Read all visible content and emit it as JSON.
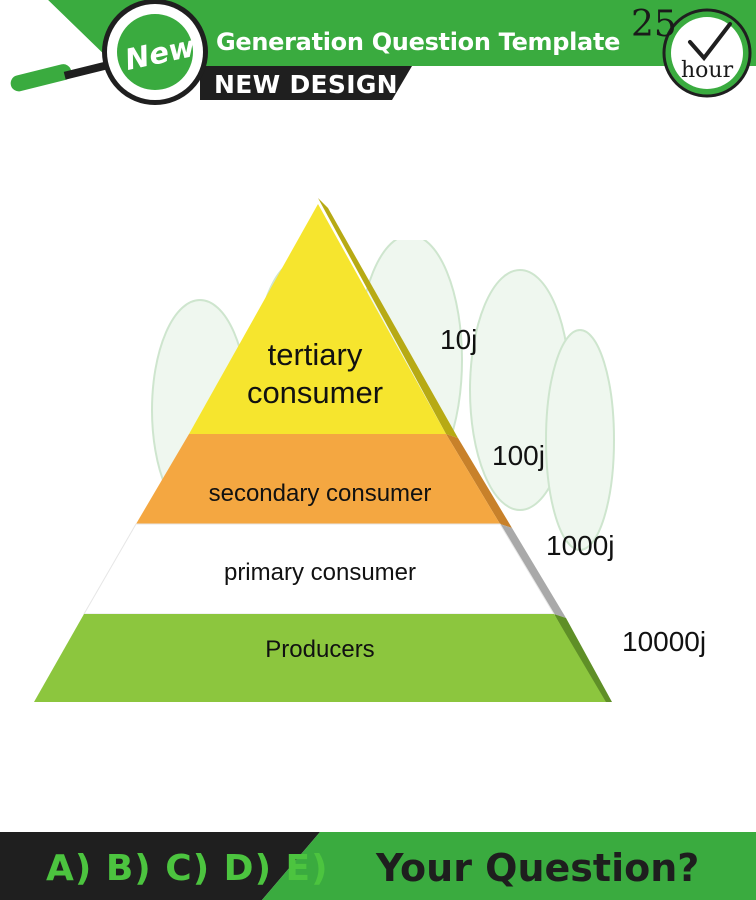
{
  "header": {
    "badge_text": "New",
    "title": "Generation Question Template",
    "subtitle": "NEW DESIGN",
    "timer_number": "25",
    "timer_unit": "hour"
  },
  "pyramid": {
    "tiers": [
      {
        "label_line1": "tertiary",
        "label_line2": "consumer",
        "energy": "10j"
      },
      {
        "label": "secondary consumer",
        "energy": "100j"
      },
      {
        "label": "primary consumer",
        "energy": "1000j"
      },
      {
        "label": "Producers",
        "energy": "10000j"
      }
    ]
  },
  "footer": {
    "options": "A) B) C) D) E)",
    "question": "Your Question?"
  },
  "colors": {
    "brand_green": "#3aab3f",
    "header_dark": "#1f1f1f",
    "tier_tertiary": "#f6e52e",
    "tier_secondary": "#f4a741",
    "tier_primary": "#ffffff",
    "tier_producers": "#8cc63e"
  }
}
